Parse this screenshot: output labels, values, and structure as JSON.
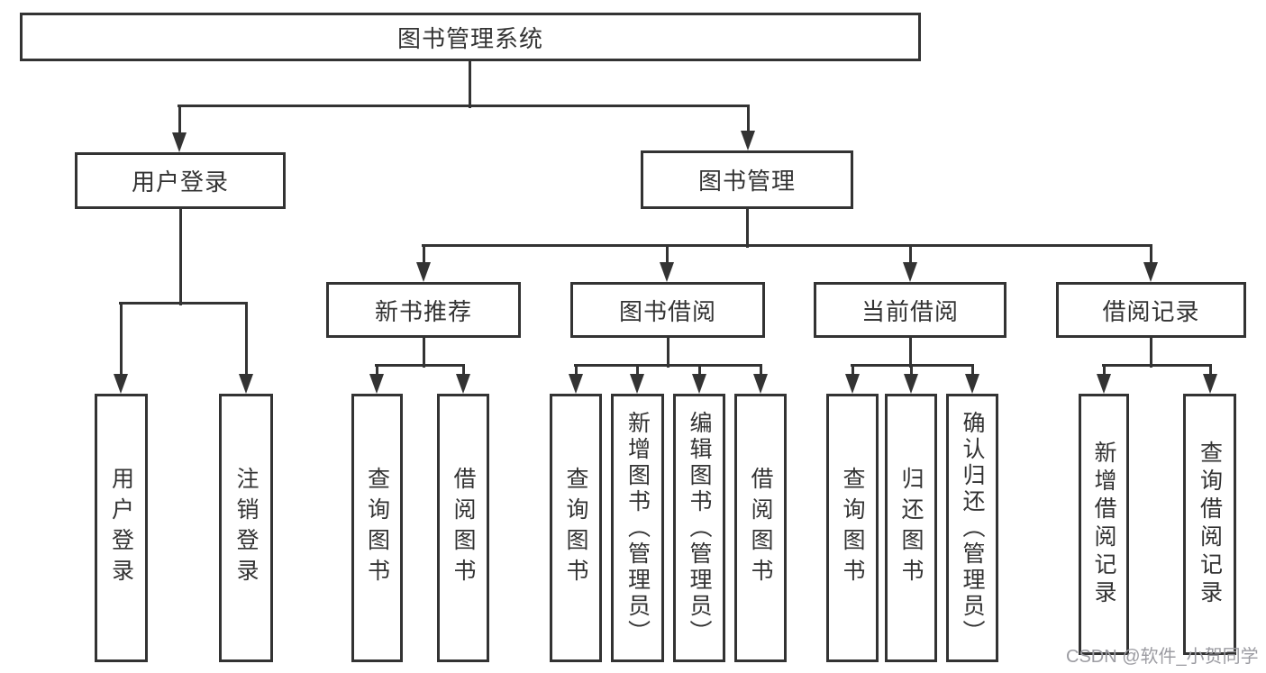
{
  "title": "图书管理系统",
  "level2": [
    {
      "label": "用户登录"
    },
    {
      "label": "图书管理"
    }
  ],
  "level3": [
    {
      "label": "新书推荐"
    },
    {
      "label": "图书借阅"
    },
    {
      "label": "当前借阅"
    },
    {
      "label": "借阅记录"
    }
  ],
  "leaves": [
    {
      "label": "用户登录"
    },
    {
      "label": "注销登录"
    },
    {
      "label": "查询图书"
    },
    {
      "label": "借阅图书"
    },
    {
      "label": "查询图书"
    },
    {
      "label": "新增图书（管理员）"
    },
    {
      "label": "编辑图书（管理员）"
    },
    {
      "label": "借阅图书"
    },
    {
      "label": "查询图书"
    },
    {
      "label": "归还图书"
    },
    {
      "label": "确认归还（管理员）"
    },
    {
      "label": "新增借阅记录"
    },
    {
      "label": "查询借阅记录"
    }
  ],
  "watermark": "CSDN @软件_小贺同学",
  "colors": {
    "line": "#333333",
    "text": "#333333",
    "watermark": "#9c9ca2",
    "background": "#ffffff"
  }
}
